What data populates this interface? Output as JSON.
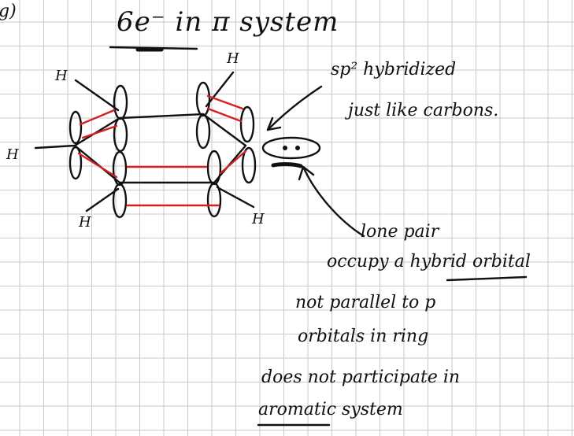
{
  "header": {
    "item_marker": "g)",
    "title": "6e⁻ in π system"
  },
  "atoms": {
    "h_top_left": "H",
    "h_top_right": "H",
    "h_left": "H",
    "h_bottom_left": "H",
    "h_bottom_right": "H"
  },
  "notes": {
    "sp2_line1": "sp² hybridized",
    "sp2_line2": "just like carbons.",
    "lone_line1": "lone pair",
    "lone_line2": "occupy a hybrid orbital",
    "not_parallel_line1": "not parallel to p",
    "not_parallel_line2": "orbitals in ring",
    "participate_line1": "does not participate in",
    "participate_line2": "aromatic system"
  },
  "colors": {
    "ink": "#111111",
    "pi_overlap": "#d62020",
    "grid": "#c9c9c9"
  }
}
